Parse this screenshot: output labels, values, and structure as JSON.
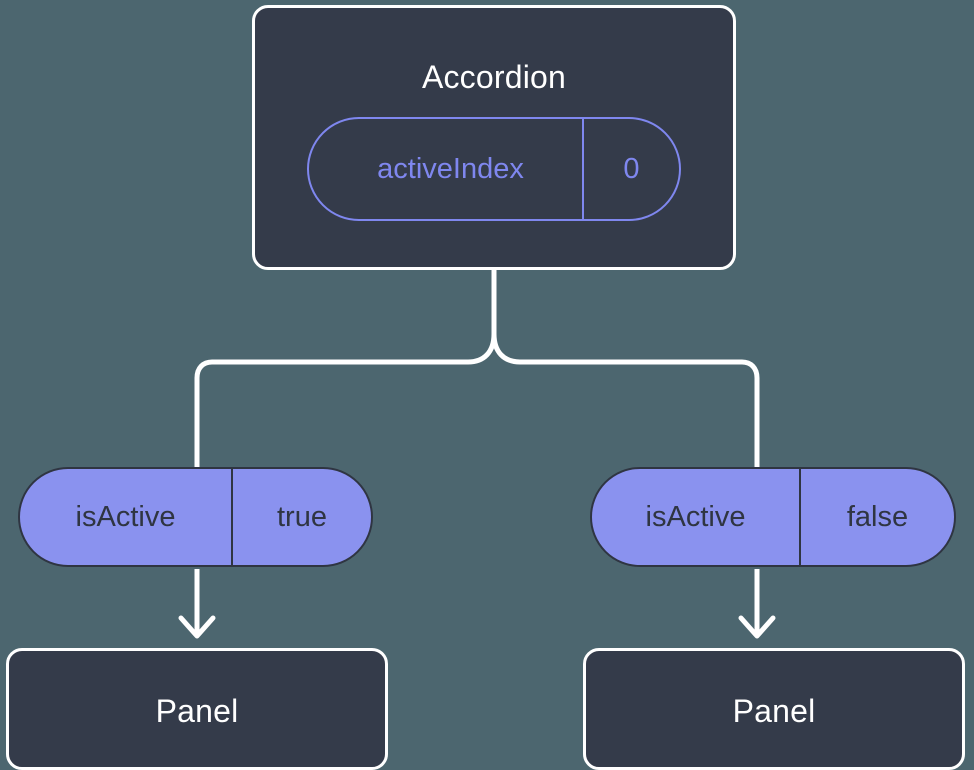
{
  "diagram": {
    "background_color": "#4c666f",
    "box_fill_color": "#343b4a",
    "box_border_color": "#ffffff",
    "accent_color": "#8a92ef",
    "outline_accent_color": "#7f87ef",
    "dark_text_color": "#2f3542",
    "connector_color": "#ffffff"
  },
  "root": {
    "title": "Accordion",
    "state": {
      "key": "activeIndex",
      "value": "0"
    }
  },
  "branches": [
    {
      "prop": {
        "key": "isActive",
        "value": "true"
      },
      "child": {
        "title": "Panel"
      }
    },
    {
      "prop": {
        "key": "isActive",
        "value": "false"
      },
      "child": {
        "title": "Panel"
      }
    }
  ]
}
